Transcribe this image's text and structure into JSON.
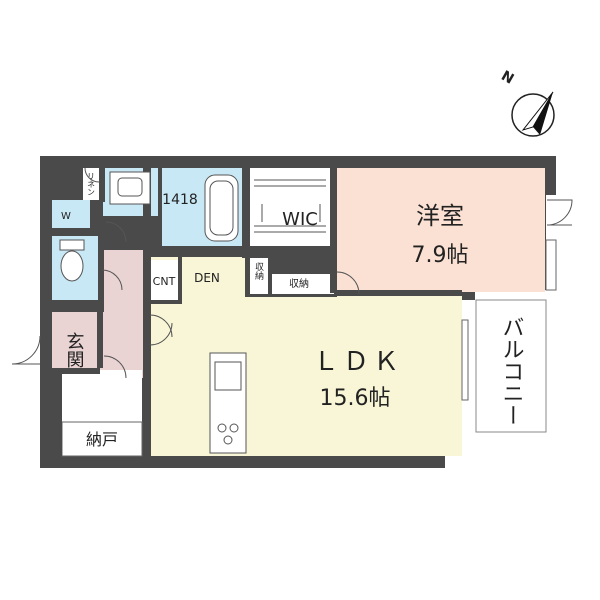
{
  "compass": {
    "label": "N",
    "icon": "north-arrow-icon"
  },
  "rooms": {
    "western_room": {
      "name": "洋室",
      "size": "7.9帖"
    },
    "ldk": {
      "name": "ＬＤＫ",
      "size": "15.6帖"
    },
    "wic": {
      "name": "WIC"
    },
    "den": {
      "name": "DEN"
    },
    "cnt": {
      "name": "CNT"
    },
    "entrance": {
      "name": "玄関"
    },
    "storeroom": {
      "name": "納戸"
    },
    "balcony": {
      "name": "バルコニー"
    },
    "bath_size": {
      "name": "1418"
    },
    "linen": {
      "name": "リネン"
    },
    "washer": {
      "name": "W"
    },
    "storage_den": {
      "name": "収納"
    },
    "storage_hall": {
      "name": "収納"
    }
  },
  "colors": {
    "wall": "#4a4a4a",
    "western_room": "#fbe1d3",
    "ldk": "#f8f6d6",
    "wet_area": "#c9e8f6",
    "hallway": "#e9d3d3",
    "storage": "#ffffff"
  }
}
